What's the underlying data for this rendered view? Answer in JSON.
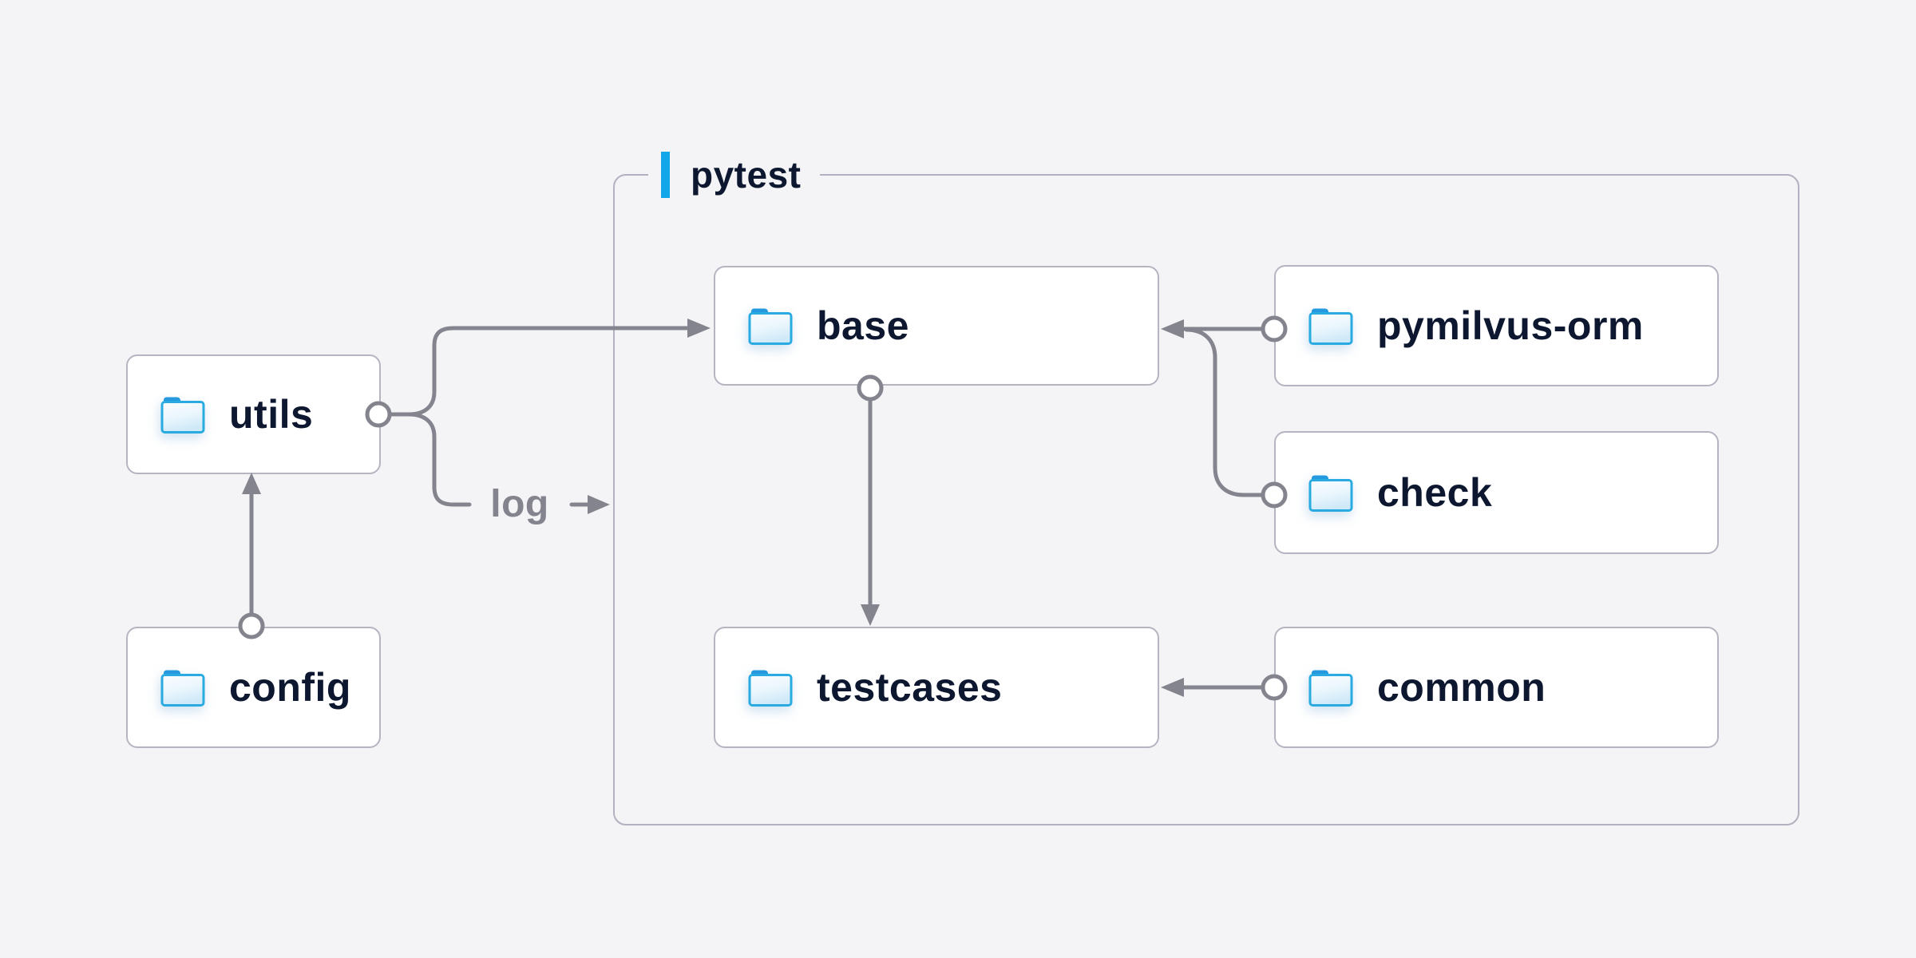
{
  "group": {
    "label": "pytest"
  },
  "nodes": [
    {
      "id": "utils",
      "label": "utils",
      "icon": "folder-icon"
    },
    {
      "id": "config",
      "label": "config",
      "icon": "folder-icon"
    },
    {
      "id": "base",
      "label": "base",
      "icon": "folder-icon"
    },
    {
      "id": "pymilvus-orm",
      "label": "pymilvus-orm",
      "icon": "folder-icon"
    },
    {
      "id": "check",
      "label": "check",
      "icon": "folder-icon"
    },
    {
      "id": "testcases",
      "label": "testcases",
      "icon": "folder-icon"
    },
    {
      "id": "common",
      "label": "common",
      "icon": "folder-icon"
    }
  ],
  "edges": [
    {
      "from": "config",
      "to": "utils",
      "label": ""
    },
    {
      "from": "utils",
      "to": "base",
      "label": ""
    },
    {
      "from": "utils",
      "to": "log-output",
      "label": "log"
    },
    {
      "from": "pymilvus-orm",
      "to": "base",
      "label": ""
    },
    {
      "from": "check",
      "to": "base",
      "label": ""
    },
    {
      "from": "base",
      "to": "testcases",
      "label": ""
    },
    {
      "from": "common",
      "to": "testcases",
      "label": ""
    }
  ],
  "colors": {
    "background": "#f4f4f6",
    "accent_blue_bar": "#12a7e8",
    "folder_border_blue": "#29abe2",
    "folder_tab_blue": "#2499dd",
    "node_background": "#ffffff",
    "node_border": "#b5b5c2",
    "group_border": "#b1b1bf",
    "connector_gray": "#84848e",
    "label_navy": "#0d1830",
    "edge_label_gray": "#84848e"
  }
}
